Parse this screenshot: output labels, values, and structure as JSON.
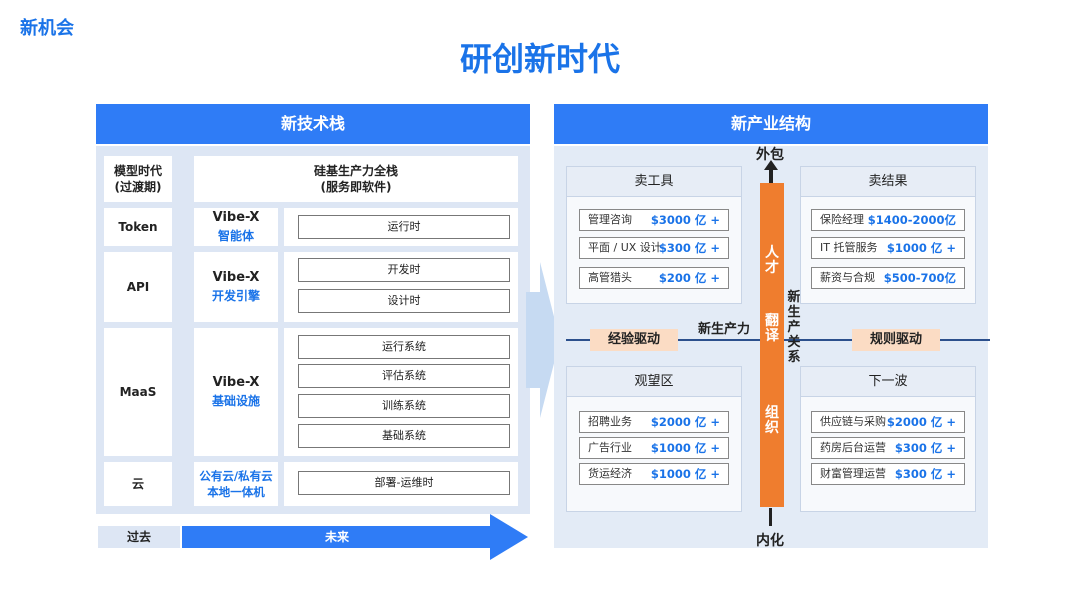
{
  "corner_label": "新机会",
  "page_title": "研创新时代",
  "left_panel": {
    "header": "新技术栈",
    "top_left": "模型时代\n(过渡期)",
    "top_right": "硅基生产力全栈\n(服务即软件)",
    "rows": [
      {
        "label": "Token",
        "vibe": "Vibe-X",
        "vibe_sub": "智能体",
        "items": [
          "运行时"
        ]
      },
      {
        "label": "API",
        "vibe": "Vibe-X",
        "vibe_sub": "开发引擎",
        "items": [
          "开发时",
          "设计时"
        ]
      },
      {
        "label": "MaaS",
        "vibe": "Vibe-X",
        "vibe_sub": "基础设施",
        "items": [
          "运行系统",
          "评估系统",
          "训练系统",
          "基础系统"
        ]
      },
      {
        "label": "云",
        "vibe": "",
        "vibe_sub": "公有云/私有云\n本地一体机",
        "items": [
          "部署-运维时"
        ]
      }
    ],
    "timeline": {
      "past": "过去",
      "future": "未来"
    }
  },
  "right_panel": {
    "header": "新产业结构",
    "axis_top": "外包",
    "axis_bottom": "内化",
    "axis_left_label": "新生产力",
    "axis_right_label": "新生产关系",
    "driver_left": "经验驱动",
    "driver_right": "规则驱动",
    "center_bar_top": "人才",
    "center_bar_mid": "翻译",
    "center_bar_bottom": "组织",
    "quadrants": {
      "tl": {
        "title": "卖工具",
        "items": [
          {
            "name": "管理咨询",
            "value": "$3000 亿 +"
          },
          {
            "name": "平面 / UX 设计",
            "value": "$300 亿 +"
          },
          {
            "name": "高管猎头",
            "value": "$200 亿 +"
          }
        ]
      },
      "tr": {
        "title": "卖结果",
        "items": [
          {
            "name": "保险经理",
            "value": "$1400-2000亿"
          },
          {
            "name": "IT 托管服务",
            "value": "$1000 亿 +"
          },
          {
            "name": "薪资与合规",
            "value": "$500-700亿"
          }
        ]
      },
      "bl": {
        "title": "观望区",
        "items": [
          {
            "name": "招聘业务",
            "value": "$2000 亿 +"
          },
          {
            "name": "广告行业",
            "value": "$1000 亿 +"
          },
          {
            "name": "货运经济",
            "value": "$1000 亿 +"
          }
        ]
      },
      "br": {
        "title": "下一波",
        "items": [
          {
            "name": "供应链与采购",
            "value": "$2000 亿 +"
          },
          {
            "name": "药房后台运营",
            "value": "$300 亿 +"
          },
          {
            "name": "财富管理运营",
            "value": "$300 亿 +"
          }
        ]
      }
    }
  }
}
